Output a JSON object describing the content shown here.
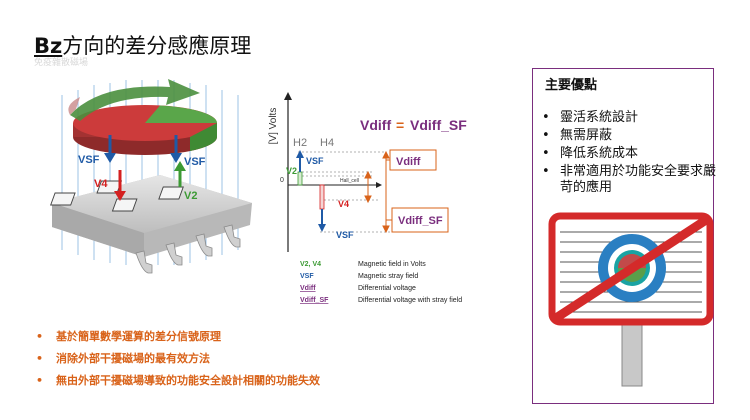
{
  "slide": {
    "title_prefix": "Bz",
    "title_rest": "方向的差分感應原理",
    "subtitle": "免疫雜散磁場"
  },
  "sensor_illustration": {
    "label_vsf_left": "VSF",
    "label_vsf_right": "VSF",
    "label_v4": "V4",
    "label_v2": "V2"
  },
  "graph": {
    "y_axis_label": "[V] Volts",
    "header_h2": "H2",
    "header_h4": "H4",
    "x_axis_label": "Hall_cell",
    "zero_label": "0",
    "formula": {
      "left": "Vdiff",
      "equals": "=",
      "right": "Vdiff_SF"
    },
    "labels": {
      "vsf_top": "VSF",
      "v2": "V2",
      "v4": "V4",
      "vsf_bottom": "VSF",
      "vdiff_box": "Vdiff",
      "vdiff_sf_box": "Vdiff_SF"
    },
    "legend": [
      {
        "key": "V2, V4",
        "desc": "Magnetic field in Volts"
      },
      {
        "key": "VSF",
        "desc": "Magnetic stray field"
      },
      {
        "key": "Vdiff",
        "desc": "Differential voltage"
      },
      {
        "key": "Vdiff_SF",
        "desc": "Differential voltage with stray field"
      }
    ]
  },
  "advantages": {
    "title": "主要優點",
    "items": [
      "靈活系統設計",
      "無需屏蔽",
      "降低系統成本",
      "非常適用於功能安全要求嚴苛的應用"
    ]
  },
  "bullets": [
    "基於簡單數學運算的差分信號原理",
    "消除外部干擾磁場的最有效方法",
    "無由外部干擾磁場導致的功能安全設計相關的功能失效"
  ],
  "colors": {
    "orange": "#d9631a",
    "purple": "#7a2e7e",
    "red": "#d42020",
    "green": "#3c9a34",
    "blue": "#1f5aa6",
    "sign_red": "#d42a2a"
  }
}
